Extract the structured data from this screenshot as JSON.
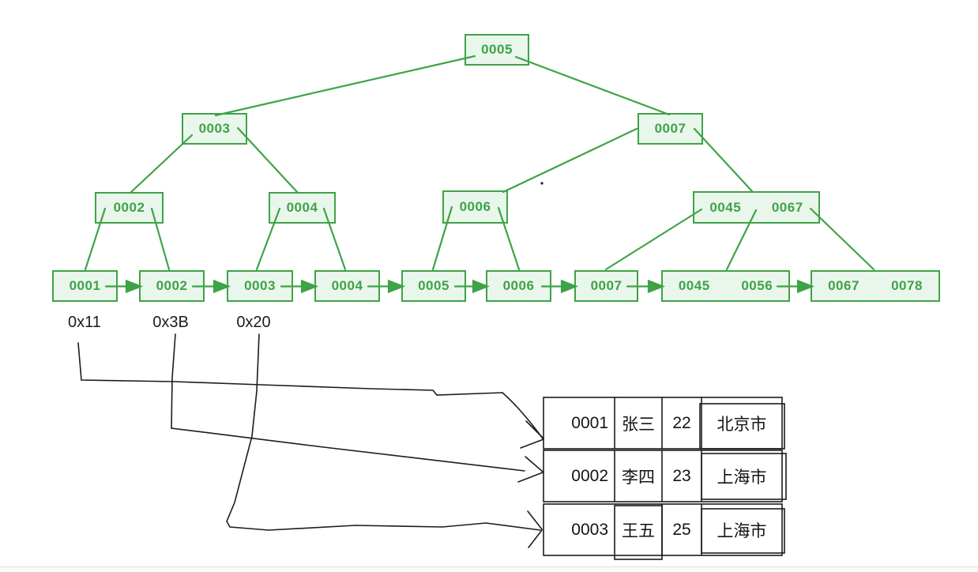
{
  "colors": {
    "tree_green": "#3EA347",
    "tree_fill": "#E9F6EB",
    "ink": "#1c1c1c"
  },
  "tree": {
    "root": {
      "keys": [
        "0005"
      ]
    },
    "level2": [
      {
        "keys": [
          "0003"
        ]
      },
      {
        "keys": [
          "0007"
        ]
      }
    ],
    "level3": [
      {
        "keys": [
          "0002"
        ]
      },
      {
        "keys": [
          "0004"
        ]
      },
      {
        "keys": [
          "0006"
        ]
      },
      {
        "keys": [
          "0045",
          "0067"
        ]
      }
    ],
    "leaves": [
      {
        "keys": [
          "0001"
        ]
      },
      {
        "keys": [
          "0002"
        ]
      },
      {
        "keys": [
          "0003"
        ]
      },
      {
        "keys": [
          "0004"
        ]
      },
      {
        "keys": [
          "0005"
        ]
      },
      {
        "keys": [
          "0006"
        ]
      },
      {
        "keys": [
          "0007"
        ]
      },
      {
        "keys": [
          "0045",
          "0056"
        ]
      },
      {
        "keys": [
          "0067",
          "0078"
        ]
      }
    ]
  },
  "pointers": [
    "0x11",
    "0x3B",
    "0x20"
  ],
  "table": {
    "rows": [
      {
        "id": "0001",
        "name": "张三",
        "age": "22",
        "city": "北京市"
      },
      {
        "id": "0002",
        "name": "李四",
        "age": "23",
        "city": "上海市"
      },
      {
        "id": "0003",
        "name": "王五",
        "age": "25",
        "city": "上海市"
      }
    ]
  }
}
